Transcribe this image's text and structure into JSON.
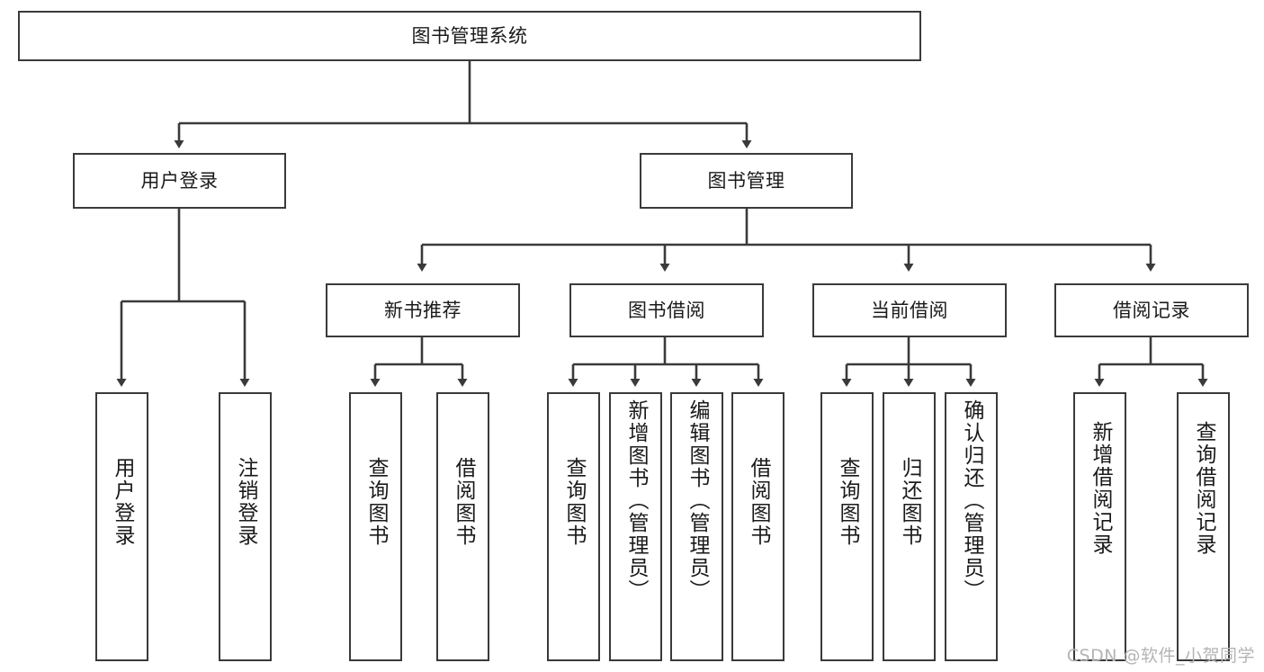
{
  "diagram": {
    "title": "图书管理系统",
    "type": "tree-hierarchy",
    "watermark": "CSDN @软件_小贺同学",
    "colors": {
      "box_border": "#3a3a3a",
      "box_fill": "#ffffff",
      "edge": "#3a3a3a",
      "text": "#1a1a1a",
      "watermark": "#b4b4b4",
      "background": "#ffffff"
    }
  },
  "nodes": {
    "root": {
      "label": "图书管理系统"
    },
    "level2": [
      {
        "id": "user-login",
        "label": "用户登录"
      },
      {
        "id": "book-manage",
        "label": "图书管理"
      }
    ],
    "level3": [
      {
        "id": "new-book-recommend",
        "label": "新书推荐"
      },
      {
        "id": "book-borrow",
        "label": "图书借阅"
      },
      {
        "id": "current-borrow",
        "label": "当前借阅"
      },
      {
        "id": "borrow-record",
        "label": "借阅记录"
      }
    ],
    "leaves": {
      "user-login": [
        {
          "id": "leaf-user-login",
          "label": "用户登录"
        },
        {
          "id": "leaf-logout",
          "label": "注销登录"
        }
      ],
      "new-book-recommend": [
        {
          "id": "leaf-query-book-1",
          "label": "查询图书"
        },
        {
          "id": "leaf-borrow-book-1",
          "label": "借阅图书"
        }
      ],
      "book-borrow": [
        {
          "id": "leaf-query-book-2",
          "label": "查询图书"
        },
        {
          "id": "leaf-add-book",
          "label": "新增图书（管理员）"
        },
        {
          "id": "leaf-edit-book",
          "label": "编辑图书（管理员）"
        },
        {
          "id": "leaf-borrow-book-2",
          "label": "借阅图书"
        }
      ],
      "current-borrow": [
        {
          "id": "leaf-query-book-3",
          "label": "查询图书"
        },
        {
          "id": "leaf-return-book",
          "label": "归还图书"
        },
        {
          "id": "leaf-confirm-return",
          "label": "确认归还（管理员）"
        }
      ],
      "borrow-record": [
        {
          "id": "leaf-add-record",
          "label": "新增借阅记录"
        },
        {
          "id": "leaf-query-record",
          "label": "查询借阅记录"
        }
      ]
    }
  }
}
